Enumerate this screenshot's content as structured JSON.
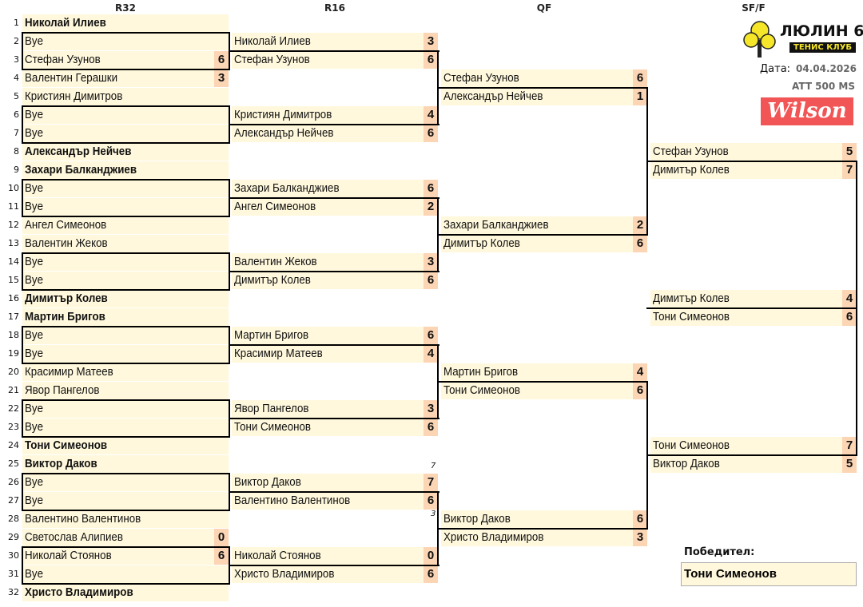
{
  "headers": [
    "R32",
    "R16",
    "QF",
    "SF/F"
  ],
  "r32": [
    {
      "name": "Николай Илиев",
      "bold": true,
      "score": ""
    },
    {
      "name": "Bye",
      "score": ""
    },
    {
      "name": "Стефан Узунов",
      "score": "6"
    },
    {
      "name": "Валентин Герашки",
      "score": "3"
    },
    {
      "name": "Кристиян Димитров",
      "score": ""
    },
    {
      "name": "Bye",
      "score": ""
    },
    {
      "name": "Bye",
      "score": ""
    },
    {
      "name": "Александър Нейчев",
      "bold": true,
      "score": ""
    },
    {
      "name": "Захари Балканджиев",
      "bold": true,
      "score": ""
    },
    {
      "name": "Bye",
      "score": ""
    },
    {
      "name": "Bye",
      "score": ""
    },
    {
      "name": "Ангел Симеонов",
      "score": ""
    },
    {
      "name": "Валентин Жеков",
      "score": ""
    },
    {
      "name": "Bye",
      "score": ""
    },
    {
      "name": "Bye",
      "score": ""
    },
    {
      "name": "Димитър Колев",
      "bold": true,
      "score": ""
    },
    {
      "name": "Мартин Бригов",
      "bold": true,
      "score": ""
    },
    {
      "name": "Bye",
      "score": ""
    },
    {
      "name": "Bye",
      "score": ""
    },
    {
      "name": "Красимир Матеев",
      "score": ""
    },
    {
      "name": "Явор Пангелов",
      "score": ""
    },
    {
      "name": "Bye",
      "score": ""
    },
    {
      "name": "Bye",
      "score": ""
    },
    {
      "name": "Тони Симеонов",
      "bold": true,
      "score": ""
    },
    {
      "name": "Виктор Даков",
      "bold": true,
      "score": ""
    },
    {
      "name": "Bye",
      "score": ""
    },
    {
      "name": "Bye",
      "score": ""
    },
    {
      "name": "Валентино Валентинов",
      "score": ""
    },
    {
      "name": "Светослав Алипиев",
      "score": "0"
    },
    {
      "name": "Николай Стоянов",
      "score": "6"
    },
    {
      "name": "Bye",
      "score": ""
    },
    {
      "name": "Христо Владимиров",
      "bold": true,
      "score": ""
    }
  ],
  "r16": [
    {
      "row": 2,
      "name": "Николай Илиев",
      "score": "3"
    },
    {
      "row": 3,
      "name": "Стефан Узунов",
      "score": "6"
    },
    {
      "row": 6,
      "name": "Кристиян Димитров",
      "score": "4"
    },
    {
      "row": 7,
      "name": "Александър Нейчев",
      "score": "6"
    },
    {
      "row": 10,
      "name": "Захари Балканджиев",
      "score": "6"
    },
    {
      "row": 11,
      "name": "Ангел Симеонов",
      "score": "2"
    },
    {
      "row": 14,
      "name": "Валентин Жеков",
      "score": "3"
    },
    {
      "row": 15,
      "name": "Димитър Колев",
      "score": "6"
    },
    {
      "row": 18,
      "name": "Мартин Бригов",
      "score": "6"
    },
    {
      "row": 19,
      "name": "Красимир Матеев",
      "score": "4"
    },
    {
      "row": 22,
      "name": "Явор Пангелов",
      "score": "3"
    },
    {
      "row": 23,
      "name": "Тони Симеонов",
      "score": "6"
    },
    {
      "row": 26,
      "name": "Виктор Даков",
      "score": "7"
    },
    {
      "row": 27,
      "name": "Валентино Валентинов",
      "score": "6"
    },
    {
      "row": 30,
      "name": "Николай Стоянов",
      "score": "0"
    },
    {
      "row": 31,
      "name": "Христо Владимиров",
      "score": "6"
    }
  ],
  "qf": [
    {
      "row": 4,
      "name": "Стефан Узунов",
      "score": "6"
    },
    {
      "row": 5,
      "name": "Александър Нейчев",
      "score": "1"
    },
    {
      "row": 12,
      "name": "Захари Балканджиев",
      "score": "2"
    },
    {
      "row": 13,
      "name": "Димитър Колев",
      "score": "6"
    },
    {
      "row": 20,
      "name": "Мартин Бригов",
      "score": "4"
    },
    {
      "row": 21,
      "name": "Тони Симеонов",
      "score": "6"
    },
    {
      "row": 28,
      "name": "Виктор Даков",
      "score": "6"
    },
    {
      "row": 29,
      "name": "Христо Владимиров",
      "score": "3"
    }
  ],
  "sf": [
    {
      "row": 8,
      "name": "Стефан Узунов",
      "score": "5"
    },
    {
      "row": 9,
      "name": "Димитър Колев",
      "score": "7"
    },
    {
      "row": 16,
      "name": "Димитър Колев",
      "score": "4"
    },
    {
      "row": 17,
      "name": "Тони Симеонов",
      "score": "6"
    },
    {
      "row": 24,
      "name": "Тони Симеонов",
      "score": "7"
    },
    {
      "row": 25,
      "name": "Виктор Даков",
      "score": "5"
    }
  ],
  "tiebreaks": {
    "top": "7",
    "bottom": "3"
  },
  "club": {
    "name": "ЛЮЛИН 6",
    "sub": "ТЕНИС КЛУБ",
    "date_label": "Дата:",
    "date": "04.04.2026",
    "event": "ATT 500 MS",
    "sponsor": "Wilson"
  },
  "winner": {
    "label": "Победител:",
    "name": "Тони Симеонов"
  },
  "colors": {
    "cell": "#FFF8DC",
    "score": "#FCD5B4",
    "wilson": "#F25555"
  }
}
